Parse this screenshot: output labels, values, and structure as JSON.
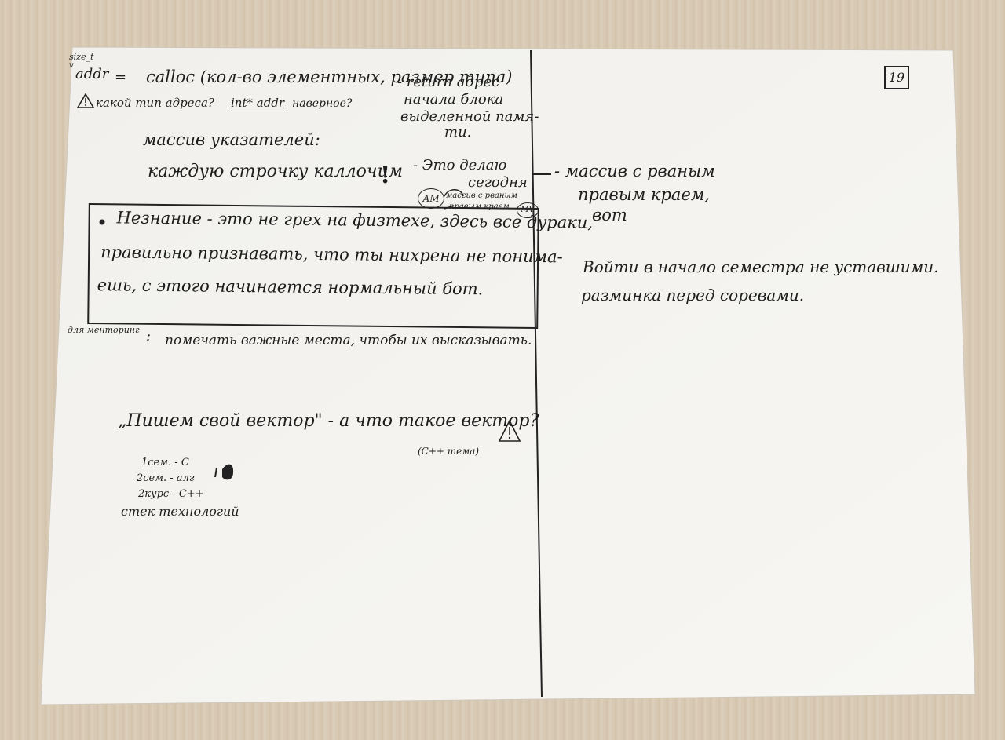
{
  "page": {
    "number": "19",
    "left": {
      "size_t": "size_t",
      "v_mark": "v",
      "addr_label": "addr",
      "equals": "=",
      "calloc_line": "calloc (кол-во элементных, размер типа)",
      "return_line1": "- return адрес",
      "return_line2": "начала блока",
      "return_line3": "выделенной памя-",
      "return_line4": "ти.",
      "type_question": "какой тип адреса?",
      "int_addr": "int* addr",
      "probably": "наверное?",
      "array_pointers": "массив указателей:",
      "each_row": "каждую строчку каллочим",
      "exclaim": "!",
      "doing_today_1": "- Это делаю",
      "doing_today_2": "сегодня",
      "am_circle": "АМ",
      "mv_circle": "МV",
      "ragged_small_1": "массив с рваным",
      "ragged_small_2": "правым краем",
      "box_line1": "Незнание - это не грех на физтехе, здесь все дураки,",
      "box_line2": "правильно признавать, что ты нихрена не понима-",
      "box_line3": "ешь, с этого начинается нормальный бот.",
      "mentoring_label": "для менторинг",
      "mentoring_colon": ":",
      "mentoring_text": "помечать важные места, чтобы их высказывать.",
      "vector_quote": "„Пишем свой вектор\" - а что такое вектор?",
      "cpp_topic": "(С++ тема)",
      "sem1": "1сем. - C",
      "sem2": "2сем. - алг",
      "course2": "2курс - С++",
      "stack": "стек технологий"
    },
    "right": {
      "ragged_1": "- массив с рваным",
      "ragged_2": "правым краем,",
      "ragged_3": "вот",
      "enter_1": "Войти в начало семестра не уставшими.",
      "enter_2": "разминка перед соревами."
    },
    "colors": {
      "paper": "#f3f2ee",
      "ink": "#1e1e1e",
      "table": "#d8cab4"
    }
  }
}
